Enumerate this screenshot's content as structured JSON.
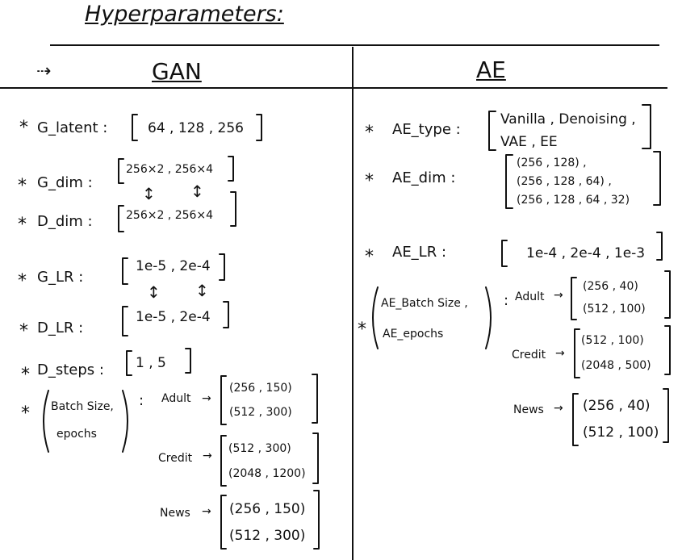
{
  "title": "Hyperparameters:",
  "arrow": "⇢",
  "gan": {
    "header": "GAN",
    "g_latent": {
      "label": "G_latent :",
      "value": "64 , 128 , 256"
    },
    "g_dim": {
      "label": "G_dim :",
      "value": "256×2 , 256×4"
    },
    "d_dim": {
      "label": "D_dim :",
      "value": "256×2 , 256×4"
    },
    "g_lr": {
      "label": "G_LR :",
      "value": "1e-5 , 2e-4"
    },
    "d_lr": {
      "label": "D_LR :",
      "value": "1e-5 , 2e-4"
    },
    "d_steps": {
      "label": "D_steps :",
      "value": "1 , 5"
    },
    "batch": {
      "label_1": "Batch Size,",
      "label_2": "epochs",
      "datasets": [
        {
          "name": "Adult",
          "values": [
            "(256 , 150)",
            "(512 , 300)"
          ]
        },
        {
          "name": "Credit",
          "values": [
            "(512 , 300)",
            "(2048 , 1200)"
          ]
        },
        {
          "name": "News",
          "values": [
            "(256 , 150)",
            "(512 , 300)"
          ]
        }
      ]
    }
  },
  "ae": {
    "header": "AE",
    "ae_type": {
      "label": "AE_type :",
      "line_1": "Vanilla , Denoising ,",
      "line_2": "VAE , EE"
    },
    "ae_dim": {
      "label": "AE_dim :",
      "line_1": "(256 , 128) ,",
      "line_2": "(256 , 128 , 64) ,",
      "line_3": "(256 , 128 , 64 , 32)"
    },
    "ae_lr": {
      "label": "AE_LR :",
      "value": "1e-4 , 2e-4 , 1e-3"
    },
    "batch": {
      "label_1": "AE_Batch Size ,",
      "label_2": "AE_epochs",
      "datasets": [
        {
          "name": "Adult",
          "values": [
            "(256 , 40)",
            "(512 , 100)"
          ]
        },
        {
          "name": "Credit",
          "values": [
            "(512 , 100)",
            "(2048 , 500)"
          ]
        },
        {
          "name": "News",
          "values": [
            "(256 , 40)",
            "(512 , 100)"
          ]
        }
      ]
    }
  },
  "glyphs": {
    "star": "*",
    "linked": "↕",
    "maps_to": "→"
  }
}
